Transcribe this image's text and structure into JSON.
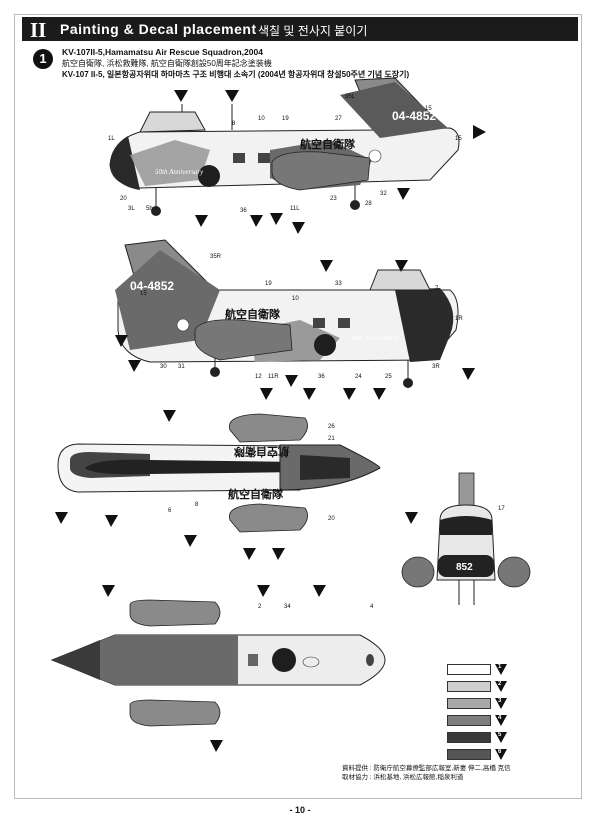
{
  "header": {
    "roman": "II",
    "title": "Painting & Decal placement",
    "title_kr": "색칠 및 전사지 붙이기"
  },
  "scheme": {
    "number": "1",
    "line1": "KV-107II-5,Hamamatsu Air Rescue Squadron,2004",
    "line2": "航空自衛隊, 浜松救難隊, 航空自衛隊創設50周年記念塗装機",
    "line3": "KV-107 II-5, 일본항공자위대 하마마츠 구조 비행대 소속기 (2004년 항공자위대 창설50주년 기념 도장기)"
  },
  "aircraft": {
    "serial": "04-4852",
    "kanji": "航空自衛隊",
    "anniversary": "50th Anniversary",
    "front_number": "852"
  },
  "part_labels": {
    "side_left": [
      "1L",
      "3L",
      "5b",
      "20",
      "10",
      "19",
      "27",
      "36",
      "8",
      "11L",
      "23",
      "32",
      "28",
      "35L",
      "15",
      "15"
    ],
    "side_right": [
      "35R",
      "15",
      "19",
      "10",
      "33",
      "7",
      "1R",
      "30",
      "31",
      "12",
      "11R",
      "36",
      "24",
      "25",
      "3R"
    ],
    "top_view": [
      "26",
      "21",
      "8",
      "6",
      "20"
    ],
    "front_view": [
      "17"
    ],
    "bottom_view": [
      "2",
      "34",
      "4"
    ]
  },
  "legend": {
    "swatches": [
      {
        "color": "#ffffff",
        "code": "1"
      },
      {
        "color": "#cfcfcf",
        "code": "2"
      },
      {
        "color": "#a8a8a8",
        "code": "3"
      },
      {
        "color": "#7e7e7e",
        "code": "4"
      },
      {
        "color": "#3a3a3a",
        "code": "5"
      },
      {
        "color": "#555555",
        "code": "6"
      }
    ]
  },
  "credit": {
    "line1": "資料提供 : 防衛庁航空幕僚監部広報室,新妻 伸二,高橋 克信",
    "line2": "取材協力 : 浜松基地, 浜松広報館,稲泉利道"
  },
  "page_number": "- 10 -"
}
